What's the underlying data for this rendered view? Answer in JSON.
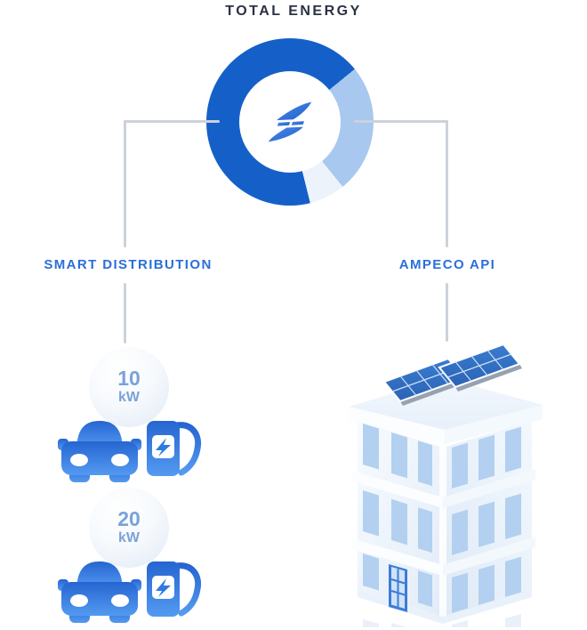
{
  "title": {
    "text": "TOTAL ENERGY"
  },
  "chart_data": {
    "type": "donut",
    "title": "TOTAL ENERGY",
    "center_icon": "ampeco-bolt",
    "start_deg": 166,
    "legend_position": "none",
    "slices": [
      {
        "name": "smart-distribution-energy",
        "percent": 68,
        "color": "#1560c8"
      },
      {
        "name": "ampeco-api-energy",
        "percent": 25,
        "color": "#a8c8ef"
      },
      {
        "name": "remaining-energy",
        "percent": 7,
        "color": "#edf3fb"
      }
    ]
  },
  "branches": {
    "left": {
      "label": "SMART DISTRIBUTION",
      "chargers": [
        {
          "value": "10",
          "unit": "kW",
          "icons": [
            "car-icon",
            "ev-charger-icon"
          ]
        },
        {
          "value": "20",
          "unit": "kW",
          "icons": [
            "car-icon",
            "ev-charger-icon"
          ]
        }
      ]
    },
    "right": {
      "label": "AMPECO API",
      "illustration": "office-building-with-solar-panels"
    }
  },
  "colors": {
    "accent": "#2a6fd8",
    "title": "#2a3243",
    "line": "#ccd2d9",
    "kw_text": "#7aa2da"
  }
}
